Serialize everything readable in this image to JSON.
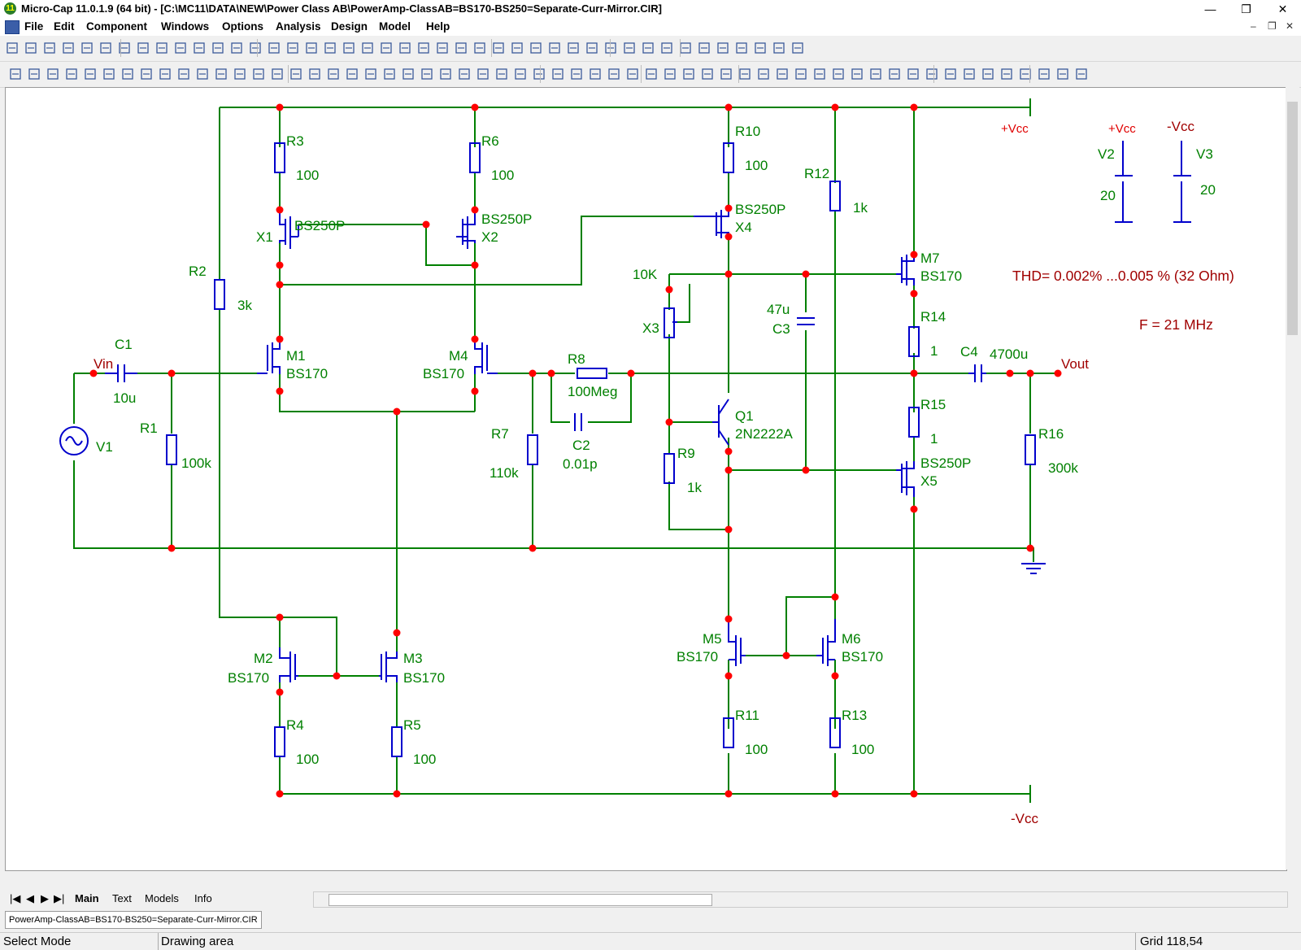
{
  "window": {
    "app_icon": "11",
    "title": "Micro-Cap 11.0.1.9 (64 bit) - [C:\\MC11\\DATA\\NEW\\Power Class AB\\PowerAmp-ClassAB=BS170-BS250=Separate-Curr-Mirror.CIR]",
    "minimize": "—",
    "maximize": "❐",
    "close": "✕"
  },
  "menu": {
    "items": [
      "File",
      "Edit",
      "Component",
      "Windows",
      "Options",
      "Analysis",
      "Design",
      "Model",
      "Help"
    ],
    "mdi_minimize": "–",
    "mdi_restore": "❐",
    "mdi_close": "✕"
  },
  "schematic": {
    "components": {
      "R3": {
        "ref": "R3",
        "value": "100"
      },
      "R6": {
        "ref": "R6",
        "value": "100"
      },
      "R10": {
        "ref": "R10",
        "value": "100"
      },
      "R12": {
        "ref": "R12",
        "value": "1k"
      },
      "R2": {
        "ref": "R2",
        "value": "3k"
      },
      "R1": {
        "ref": "R1",
        "value": "100k"
      },
      "R7": {
        "ref": "R7",
        "value": "110k"
      },
      "R8": {
        "ref": "R8",
        "value": "100Meg"
      },
      "R9": {
        "ref": "R9",
        "value": "1k"
      },
      "R14": {
        "ref": "R14",
        "value": "1"
      },
      "R15": {
        "ref": "R15",
        "value": "1"
      },
      "R16": {
        "ref": "R16",
        "value": "300k"
      },
      "R4": {
        "ref": "R4",
        "value": "100"
      },
      "R5": {
        "ref": "R5",
        "value": "100"
      },
      "R11": {
        "ref": "R11",
        "value": "100"
      },
      "R13": {
        "ref": "R13",
        "value": "100"
      },
      "C1": {
        "ref": "C1",
        "value": "10u"
      },
      "C2": {
        "ref": "C2",
        "value": "0.01p"
      },
      "C3": {
        "ref": "C3",
        "value": "47u"
      },
      "C4": {
        "ref": "C4",
        "value": "4700u"
      },
      "X1": {
        "ref": "X1",
        "value": "BS250P"
      },
      "X2": {
        "ref": "X2",
        "value": "BS250P"
      },
      "X4": {
        "ref": "X4",
        "value": "BS250P"
      },
      "X5": {
        "ref": "X5",
        "value": "BS250P"
      },
      "X3": {
        "ref": "X3",
        "value": "10K"
      },
      "M1": {
        "ref": "M1",
        "value": "BS170"
      },
      "M4": {
        "ref": "M4",
        "value": "BS170"
      },
      "M2": {
        "ref": "M2",
        "value": "BS170"
      },
      "M3": {
        "ref": "M3",
        "value": "BS170"
      },
      "M5": {
        "ref": "M5",
        "value": "BS170"
      },
      "M6": {
        "ref": "M6",
        "value": "BS170"
      },
      "M7": {
        "ref": "M7",
        "value": "BS170"
      },
      "Q1": {
        "ref": "Q1",
        "value": "2N2222A"
      },
      "V1": {
        "ref": "V1"
      },
      "V2": {
        "ref": "V2",
        "value": "20",
        "net": "+Vcc"
      },
      "V3": {
        "ref": "V3",
        "value": "20",
        "net": "-Vcc"
      }
    },
    "nets": {
      "vin": "Vin",
      "vout": "Vout",
      "vcc_pos": "+Vcc",
      "vcc_neg": "-Vcc"
    },
    "notes": {
      "thd": "THD= 0.002% ...0.005 % (32 Ohm)",
      "freq": "F = 21 MHz"
    },
    "colors": {
      "wire": "#008000",
      "component": "#0000cc",
      "node": "#ff0000",
      "label": "#008000",
      "note": "#a00000",
      "net_label": "#e00000"
    }
  },
  "tabs": {
    "main": "Main",
    "text": "Text",
    "models": "Models",
    "info": "Info"
  },
  "file_tab": "PowerAmp-ClassAB=BS170-BS250=Separate-Curr-Mirror.CIR",
  "status": {
    "mode": "Select Mode",
    "area": "Drawing area",
    "grid": "Grid 118,54"
  }
}
